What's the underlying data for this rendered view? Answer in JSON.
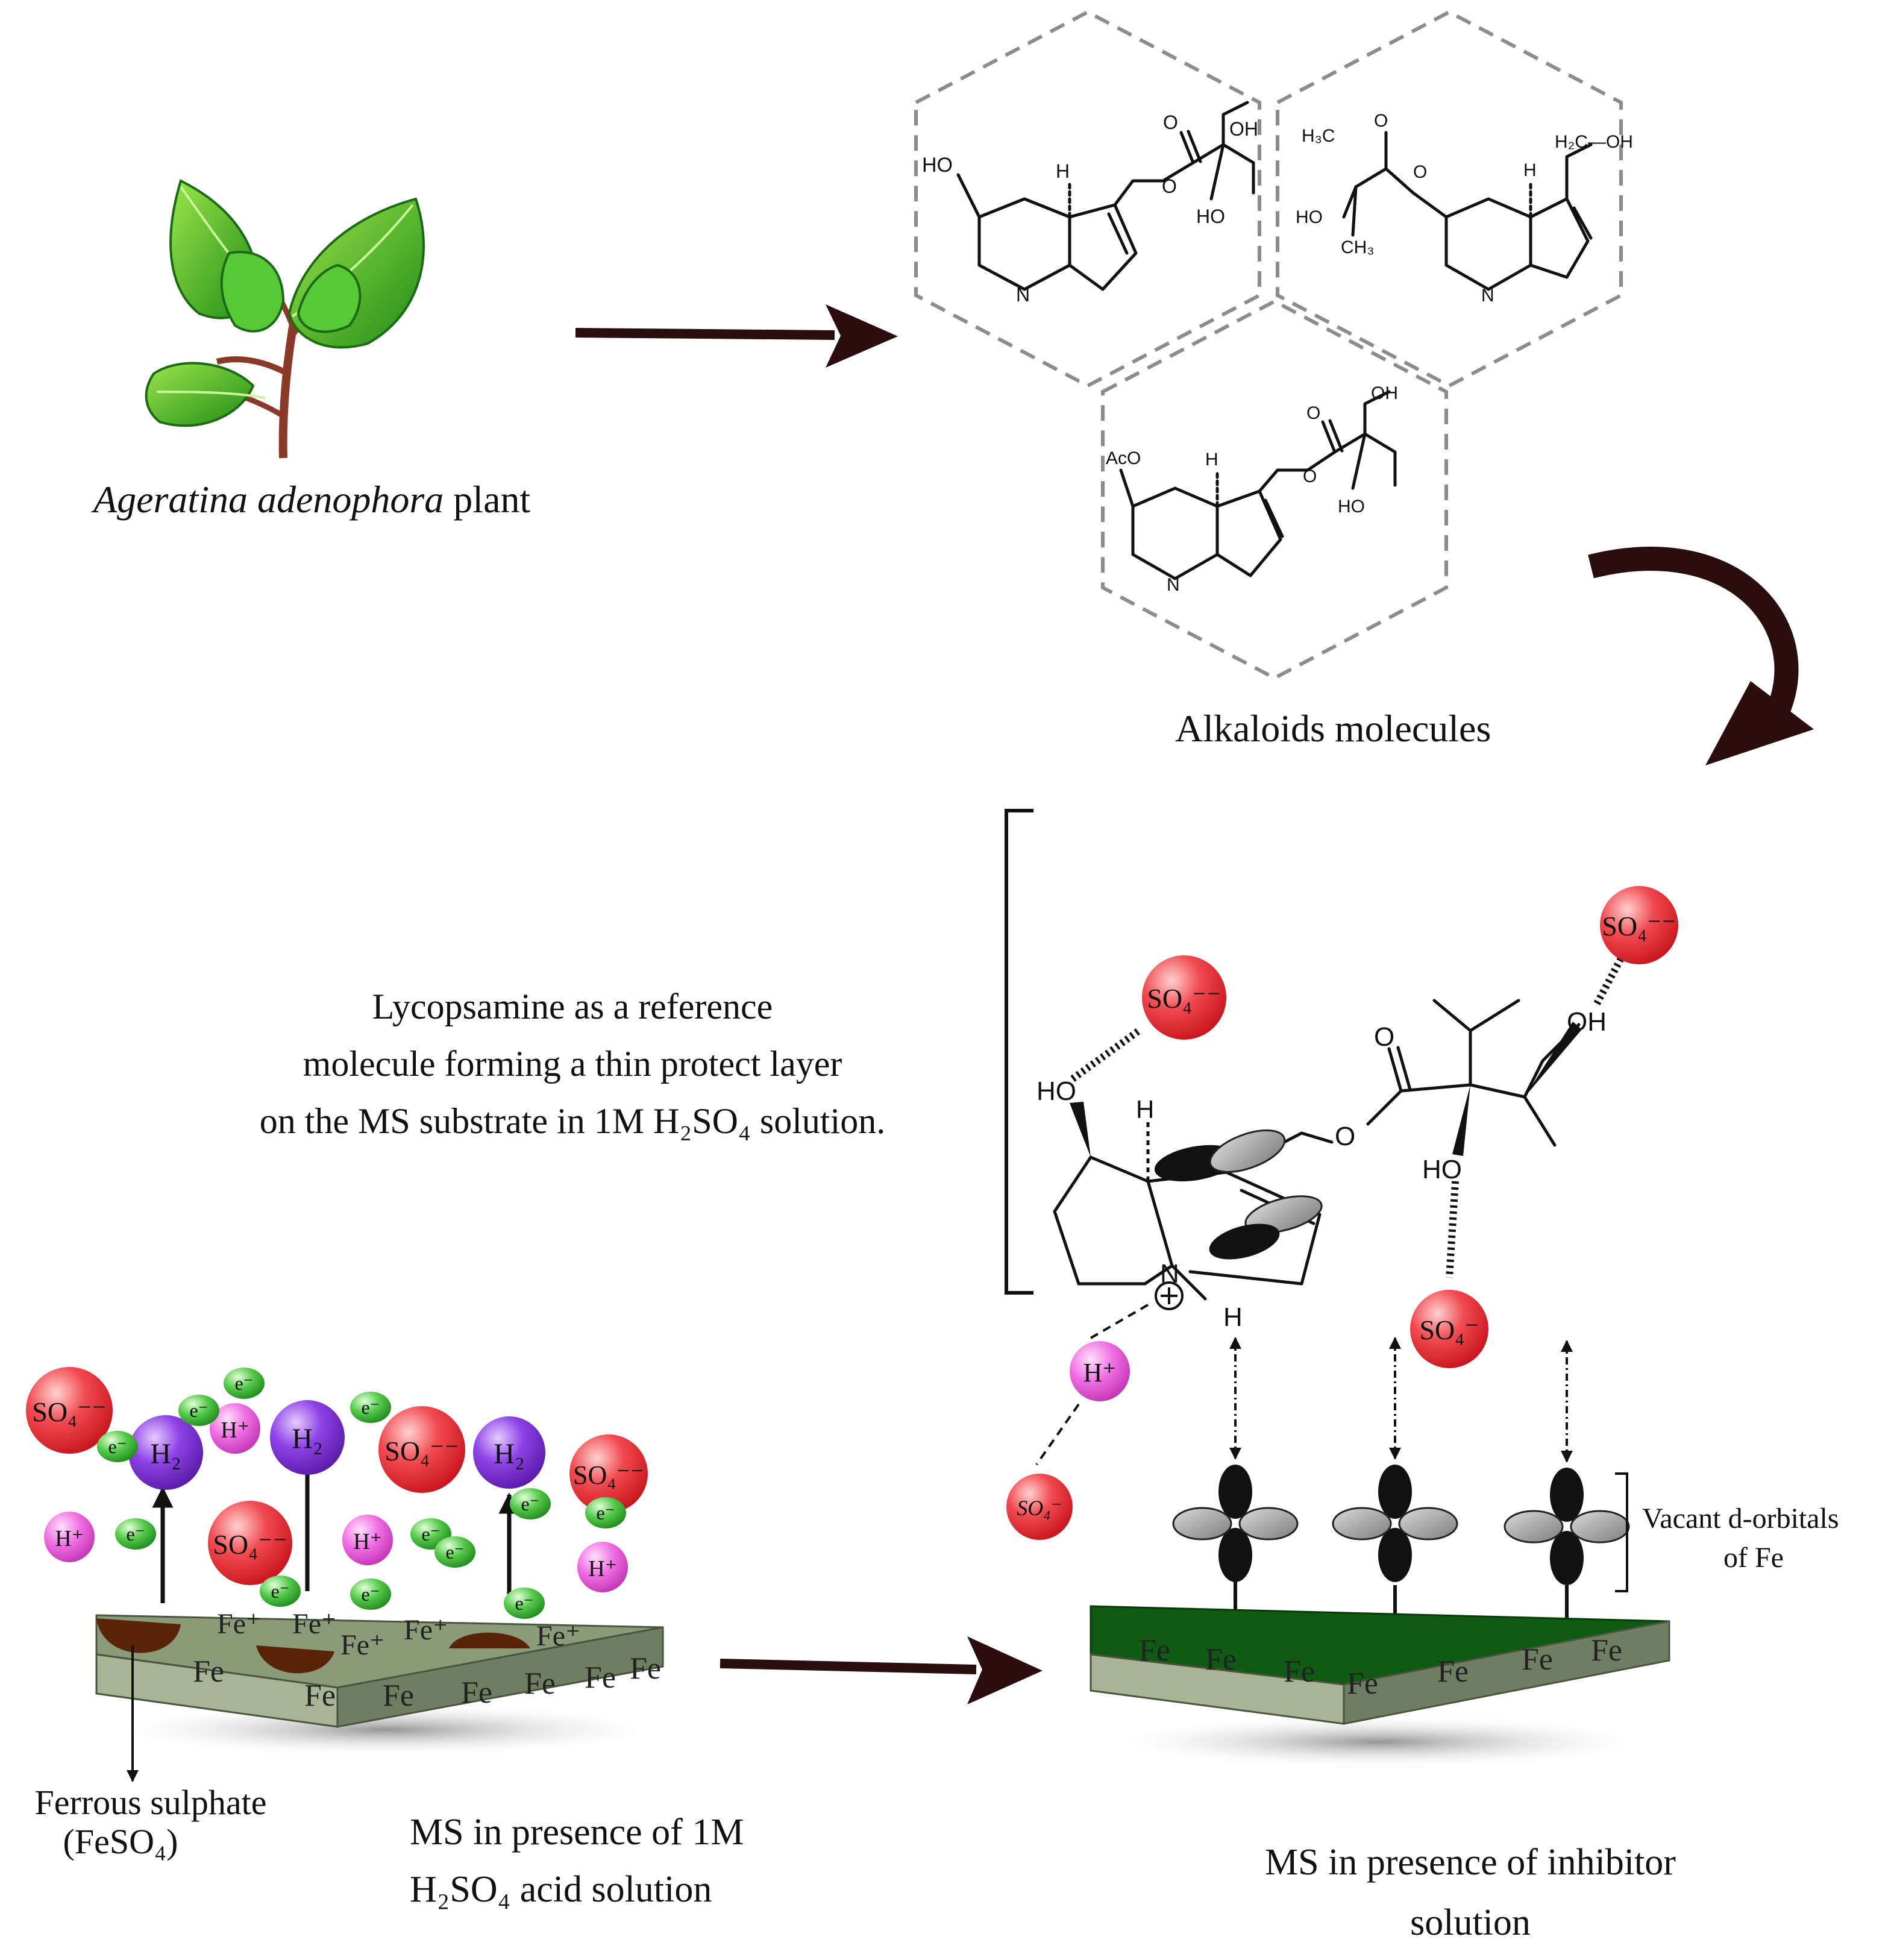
{
  "plant": {
    "species": "Ageratina adenophora",
    "suffix": " plant"
  },
  "alkaloids_caption": "Alkaloids molecules",
  "lycopsamine_caption": [
    "Lycopsamine as a reference",
    "molecule forming a thin protect layer",
    "on the MS substrate in 1M H₂SO₄ solution."
  ],
  "labels": {
    "ferrous": [
      "Ferrous sulphate",
      "(FeSO₄)"
    ],
    "ms_acid": [
      "MS in presence of 1M",
      "H₂SO₄ acid solution"
    ],
    "ms_inhibitor": [
      "MS in presence of inhibitor",
      "solution"
    ],
    "vacant": [
      "Vacant d-orbitals",
      "of Fe"
    ]
  },
  "atoms": {
    "ho": "HO",
    "oh": "OH",
    "o": "O",
    "h": "H",
    "n": "N",
    "h3c": "H₃C",
    "ch3": "CH₃",
    "h2c_oh": "H₂C—OH",
    "aco": "AcO"
  },
  "species": {
    "sulfate": "SO₄⁻⁻",
    "sulfate_single": "SO₄⁻",
    "hydrogen": "H₂",
    "proton": "H⁺",
    "electron": "e⁻",
    "iron": "Fe",
    "iron_ion": "Fe⁺"
  },
  "colors": {
    "sulfate": "#e0262e",
    "hydrogen": "#7a2fd6",
    "proton": "#e64ed7",
    "electron": "#2fae2f",
    "arrow": "#2a0d0d",
    "substrate_top_acid": "#8b9a78",
    "substrate_top_inhibitor": "#0f5a12",
    "substrate_front": "#a7b596",
    "substrate_side": "#6f7d60",
    "pit": "#5a2409"
  }
}
